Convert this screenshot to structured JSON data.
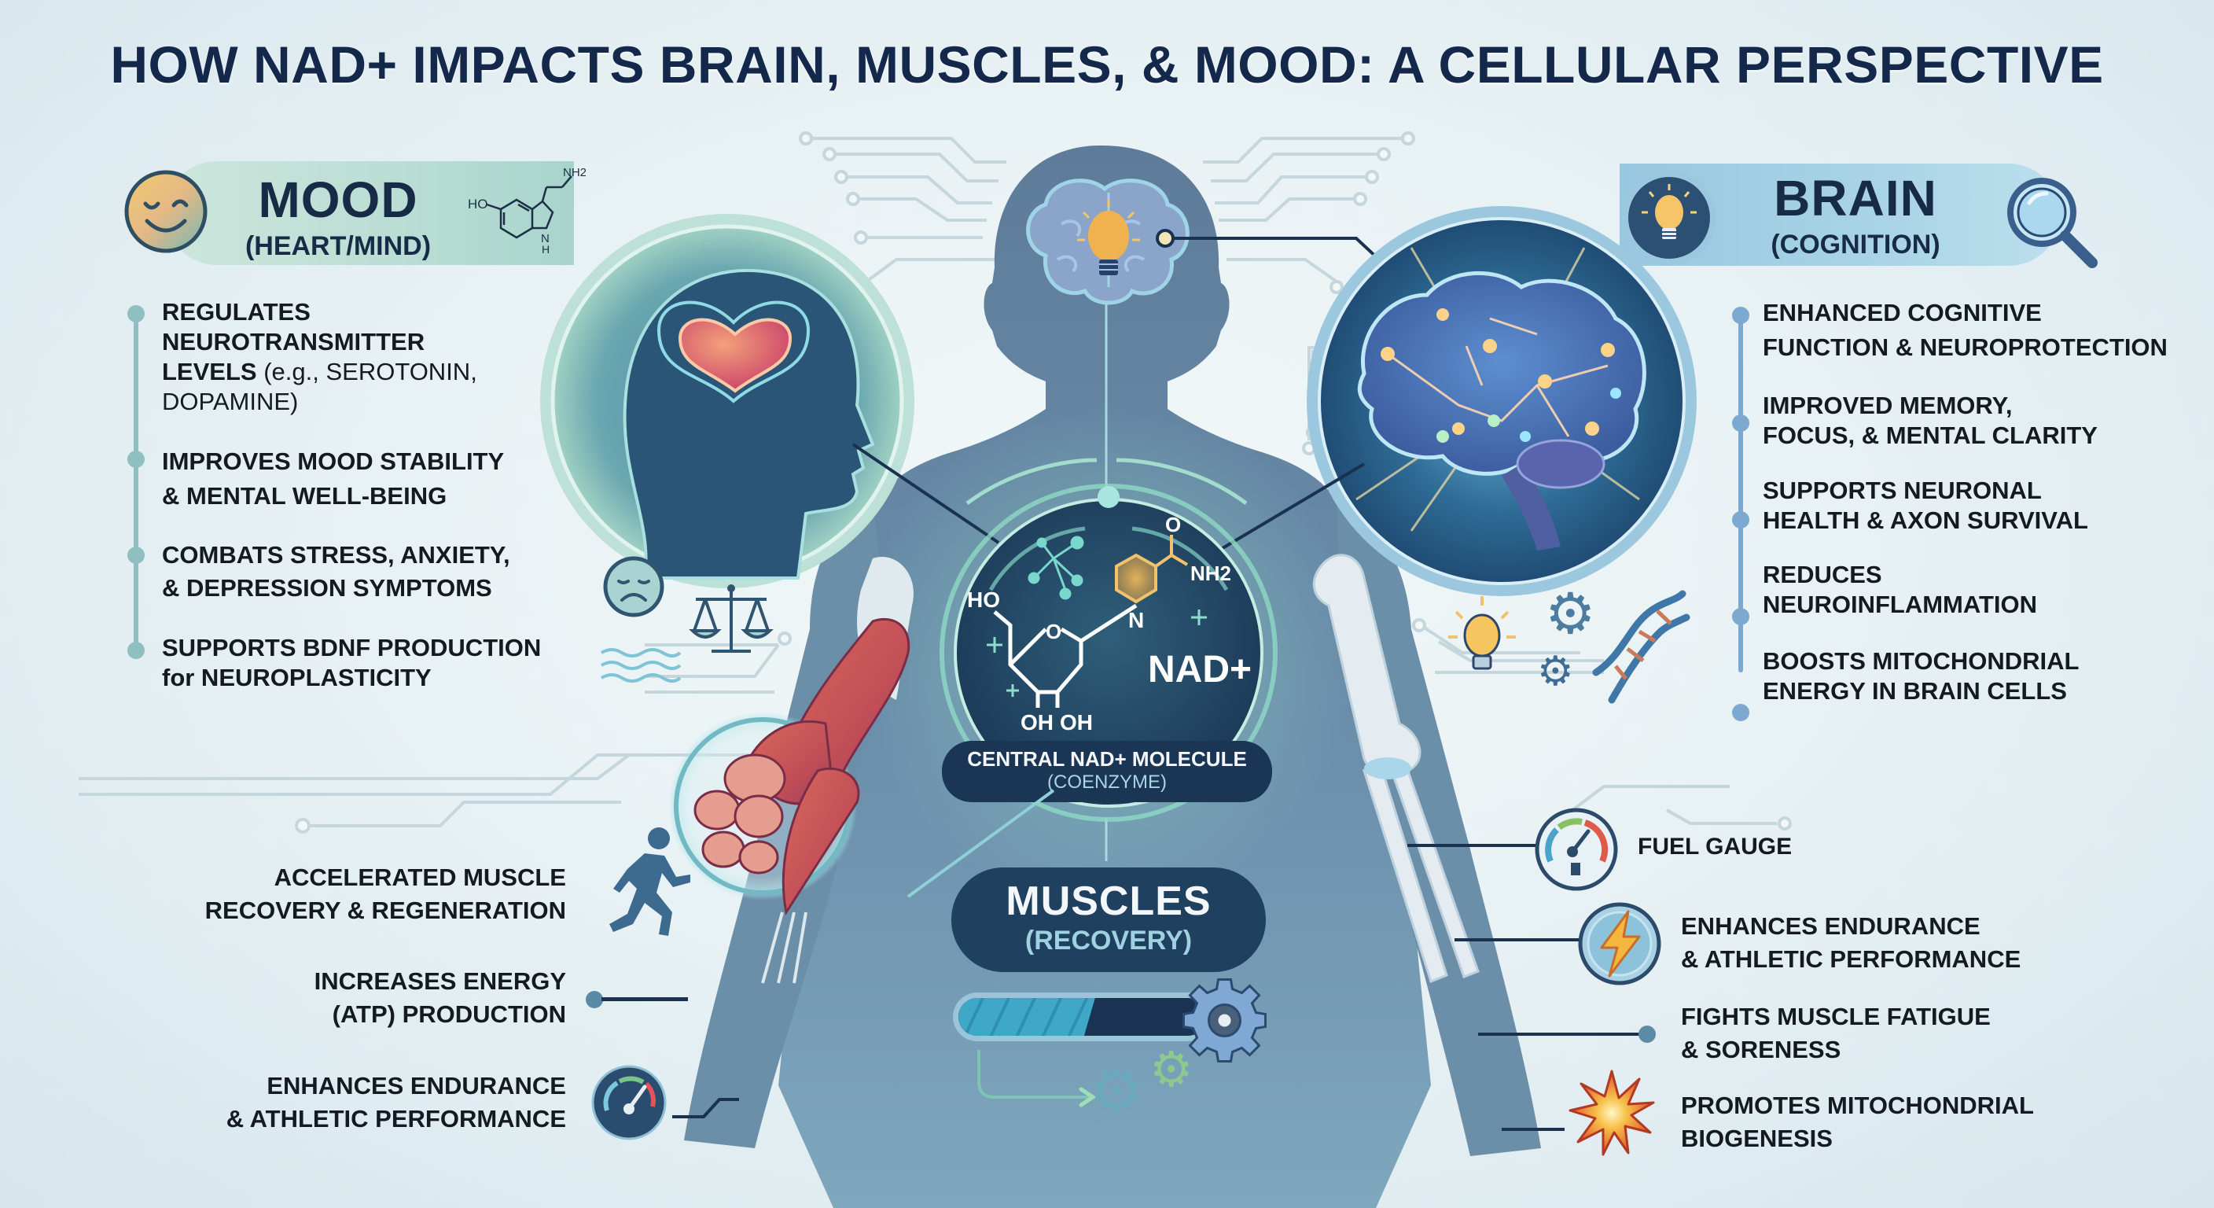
{
  "title": "HOW NAD+ IMPACTS BRAIN, MUSCLES, & MOOD: A CELLULAR PERSPECTIVE",
  "colors": {
    "title": "#13284a",
    "text": "#151a20",
    "mood_accent": "#7fbcb5",
    "brain_accent": "#6fa3c8",
    "body_silhouette": "#5f7f9c",
    "nad_circle": "#1e4060",
    "muscle_red": "#c9504f",
    "bulb_yellow": "#f3b94e"
  },
  "mood": {
    "title": "MOOD",
    "subtitle": "(HEART/MIND)",
    "icons": [
      "smiley-face-icon",
      "serotonin-molecule-icon",
      "head-heart-icon",
      "sad-face-icon",
      "balance-scale-icon",
      "waves-icon"
    ],
    "molecule_labels": {
      "ho": "HO",
      "nh2": "NH2",
      "nh": "N",
      "h": "H"
    },
    "items": [
      {
        "bold": "REGULATES NEUROTRANSMITTER LEVELS",
        "light": " (e.g., SEROTONIN, DOPAMINE)",
        "lines": [
          "REGULATES",
          "NEUROTRANSMITTER",
          "LEVELS"
        ],
        "light_lines": [
          " (e.g., SEROTONIN,",
          "DOPAMINE)"
        ]
      },
      {
        "lines": [
          "IMPROVES MOOD STABILITY",
          "& MENTAL WELL-BEING"
        ]
      },
      {
        "lines": [
          "COMBATS STRESS, ANXIETY,",
          "& DEPRESSION SYMPTOMS"
        ]
      },
      {
        "lines": [
          "SUPPORTS BDNF PRODUCTION",
          "for NEUROPLASTICITY"
        ]
      }
    ]
  },
  "brain": {
    "title": "BRAIN",
    "subtitle": "(COGNITION)",
    "icons": [
      "lightbulb-icon",
      "magnifier-icon",
      "brain-network-icon",
      "gear-icon",
      "dna-icon"
    ],
    "items": [
      {
        "lines": [
          "ENHANCED COGNITIVE",
          "FUNCTION & NEUROPROTECTION"
        ]
      },
      {
        "lines": [
          "IMPROVED MEMORY,",
          "FOCUS, & MENTAL CLARITY"
        ]
      },
      {
        "lines": [
          "SUPPORTS NEURONAL",
          "HEALTH & AXON SURVIVAL"
        ]
      },
      {
        "lines": [
          "REDUCES",
          "NEUROINFLAMMATION"
        ]
      },
      {
        "lines": [
          "BOOSTS MITOCHONDRIAL",
          "ENERGY IN BRAIN CELLS"
        ]
      }
    ]
  },
  "nad": {
    "label": "NAD+",
    "caption_line1": "CENTRAL NAD+ MOLECULE",
    "caption_line2": "(COENZYME)",
    "atoms": {
      "ho": "HO",
      "o_ring": "O",
      "n": "N",
      "o_top": "O",
      "nh2": "NH2",
      "oh1": "OH",
      "oh2": "OH"
    }
  },
  "muscles": {
    "title": "MUSCLES",
    "subtitle": "(RECOVERY)",
    "progress_percent": 55,
    "left_items": [
      {
        "lines": [
          "ACCELERATED MUSCLE",
          "RECOVERY & REGENERATION"
        ],
        "icon": "runner-icon"
      },
      {
        "lines": [
          "INCREASES ENERGY",
          "(ATP) PRODUCTION"
        ],
        "icon": "connector-dot"
      },
      {
        "lines": [
          "ENHANCES ENDURANCE",
          "& ATHLETIC PERFORMANCE"
        ],
        "icon": "speedometer-icon"
      }
    ],
    "right_items": [
      {
        "lines": [
          "FUEL GAUGE"
        ],
        "icon": "fuel-gauge-icon"
      },
      {
        "lines": [
          "ENHANCES ENDURANCE",
          "& ATHLETIC PERFORMANCE"
        ],
        "icon": "lightning-icon"
      },
      {
        "lines": [
          "FIGHTS MUSCLE FATIGUE",
          "& SORENESS"
        ],
        "icon": "connector-dot"
      },
      {
        "lines": [
          "PROMOTES MITOCHONDRIAL",
          "BIOGENESIS"
        ],
        "icon": "burst-icon"
      }
    ]
  }
}
